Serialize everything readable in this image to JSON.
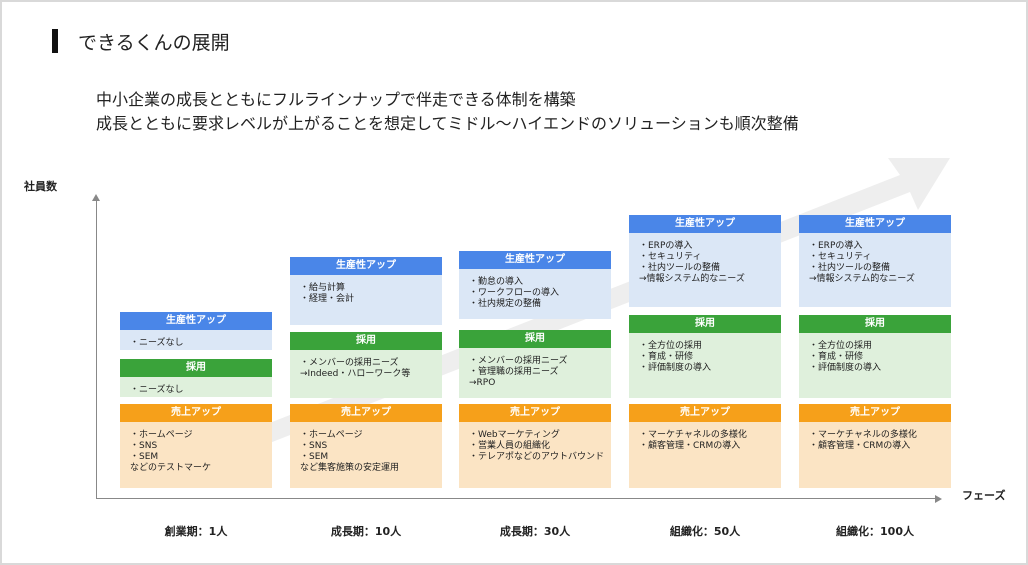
{
  "title": "できるくんの展開",
  "subtitle_lines": [
    "中小企業の成長とともにフルラインナップで伴走できる体制を構築",
    "成長とともに要求レベルが上がることを想定してミドル〜ハイエンドのソリューションも順次整備"
  ],
  "axis": {
    "y_label": "社員数",
    "x_label": "フェーズ"
  },
  "stages": [
    {
      "phase": "創業期：1人",
      "productivity": {
        "header": "生産性アップ",
        "items": [
          "・ニーズなし"
        ]
      },
      "hiring": {
        "header": "採用",
        "items": [
          "・ニーズなし"
        ]
      },
      "sales": {
        "header": "売上アップ",
        "items": [
          "・ホームページ",
          "・SNS",
          "・SEM",
          "などのテストマーケ"
        ]
      }
    },
    {
      "phase": "成長期：10人",
      "productivity": {
        "header": "生産性アップ",
        "items": [
          "・給与計算",
          "・経理・会計"
        ]
      },
      "hiring": {
        "header": "採用",
        "items": [
          "・メンバーの採用ニーズ",
          "→Indeed・ハローワーク等"
        ]
      },
      "sales": {
        "header": "売上アップ",
        "items": [
          "・ホームページ",
          "・SNS",
          "・SEM",
          "など集客施策の安定運用"
        ]
      }
    },
    {
      "phase": "成長期：30人",
      "productivity": {
        "header": "生産性アップ",
        "items": [
          "・勤怠の導入",
          "・ワークフローの導入",
          "・社内規定の整備"
        ]
      },
      "hiring": {
        "header": "採用",
        "items": [
          "・メンバーの採用ニーズ",
          "・管理職の採用ニーズ",
          "→RPO"
        ]
      },
      "sales": {
        "header": "売上アップ",
        "items": [
          "・Webマーケティング",
          "・営業人員の組織化",
          "・テレアポなどのアウトバウンド"
        ]
      }
    },
    {
      "phase": "組織化：50人",
      "productivity": {
        "header": "生産性アップ",
        "items": [
          "・ERPの導入",
          "・セキュリティ",
          "・社内ツールの整備",
          "→情報システム的なニーズ"
        ]
      },
      "hiring": {
        "header": "採用",
        "items": [
          "・全方位の採用",
          "・育成・研修",
          "・評価制度の導入"
        ]
      },
      "sales": {
        "header": "売上アップ",
        "items": [
          "・マーケチャネルの多様化",
          "・顧客管理・CRMの導入"
        ]
      }
    },
    {
      "phase": "組織化：100人",
      "productivity": {
        "header": "生産性アップ",
        "items": [
          "・ERPの導入",
          "・セキュリティ",
          "・社内ツールの整備",
          "→情報システム的なニーズ"
        ]
      },
      "hiring": {
        "header": "採用",
        "items": [
          "・全方位の採用",
          "・育成・研修",
          "・評価制度の導入"
        ]
      },
      "sales": {
        "header": "売上アップ",
        "items": [
          "・マーケチャネルの多様化",
          "・顧客管理・CRMの導入"
        ]
      }
    }
  ],
  "colors": {
    "productivity": "#4a86e8",
    "hiring": "#3aa33a",
    "sales": "#f6a01a"
  }
}
